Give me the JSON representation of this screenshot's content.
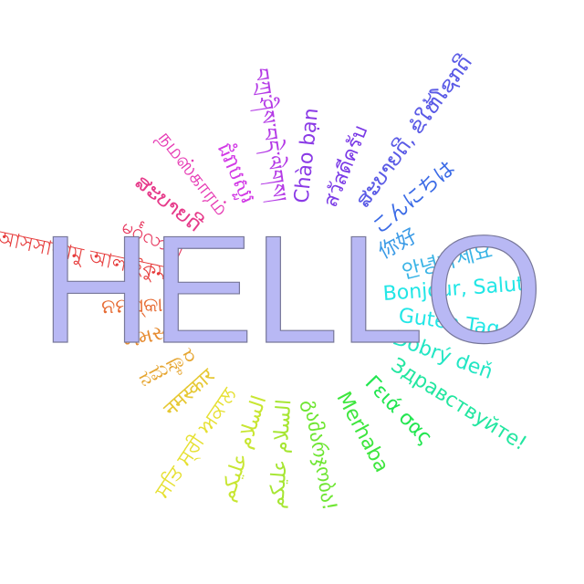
{
  "center_word": "HELLO",
  "center_color": "#b8b8f4",
  "greetings": [
    {
      "text": "Bonjour, Salut",
      "color": "#22e6e6"
    },
    {
      "text": "Guten Tag",
      "color": "#22e6e6"
    },
    {
      "text": "Dobrý deň",
      "color": "#22e6c4"
    },
    {
      "text": "Здравствуйте!",
      "color": "#22e6a0"
    },
    {
      "text": "Γειά σας",
      "color": "#22e650"
    },
    {
      "text": "Merhaba",
      "color": "#3ee63e"
    },
    {
      "text": "გამარჯობა!",
      "color": "#6ee632"
    },
    {
      "text": "السلام عليكم",
      "color": "#a6e632"
    },
    {
      "text": "السلام عليكم",
      "color": "#c8e632"
    },
    {
      "text": "ਸਤਿ ਸ੍ਰੀ ਅਕਾਲ",
      "color": "#e6e032"
    },
    {
      "text": "नमस्कार",
      "color": "#e6c832"
    },
    {
      "text": "ನಮಸ್ಕಾರ",
      "color": "#e6a632"
    },
    {
      "text": "નમસ્તે",
      "color": "#e68c32"
    },
    {
      "text": "ନମସ୍କାର",
      "color": "#e66a32"
    },
    {
      "text": "আসসালামু আলাইকুম",
      "color": "#e63a3a"
    },
    {
      "text": "မင်္ဂလာပါ",
      "color": "#e6325a"
    },
    {
      "text": "ສະບາຍດີ",
      "color": "#e63a8a"
    },
    {
      "text": "நமஸ்காரம்",
      "color": "#e63ab4"
    },
    {
      "text": "ជំរាបសួរ",
      "color": "#d23ae6"
    },
    {
      "text": "བཀྲ་ཤིས་བདེ་ལེགས།",
      "color": "#b43ae6"
    },
    {
      "text": "Chào bạn",
      "color": "#8a3ae6"
    },
    {
      "text": "สวัสดีครับ",
      "color": "#7a3ae6"
    },
    {
      "text": "ສະບາຍດີ, ຂໍໃຫ້ໂຊກດີ",
      "color": "#5a5ae6"
    },
    {
      "text": "こんにちは",
      "color": "#3a6ae6"
    },
    {
      "text": "你好",
      "color": "#3a9ae6"
    },
    {
      "text": "안녕하세요",
      "color": "#3ab4e6"
    }
  ]
}
